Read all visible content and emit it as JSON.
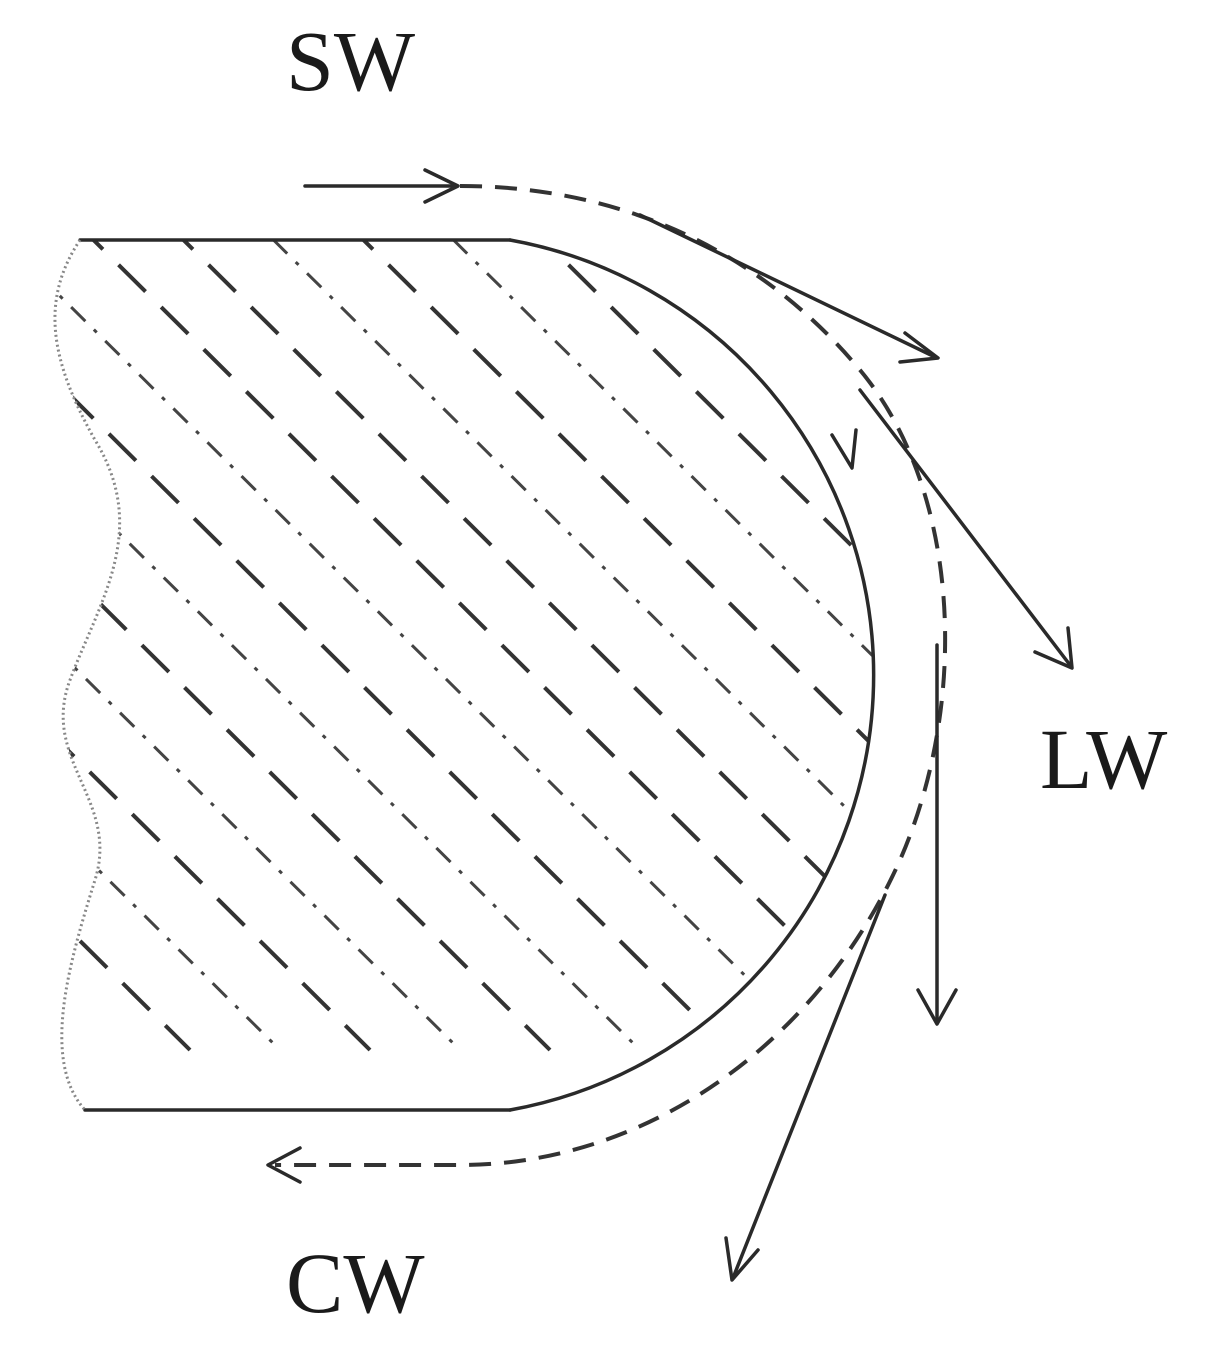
{
  "labels": {
    "sw": "SW",
    "lw": "LW",
    "cw": "CW"
  }
}
